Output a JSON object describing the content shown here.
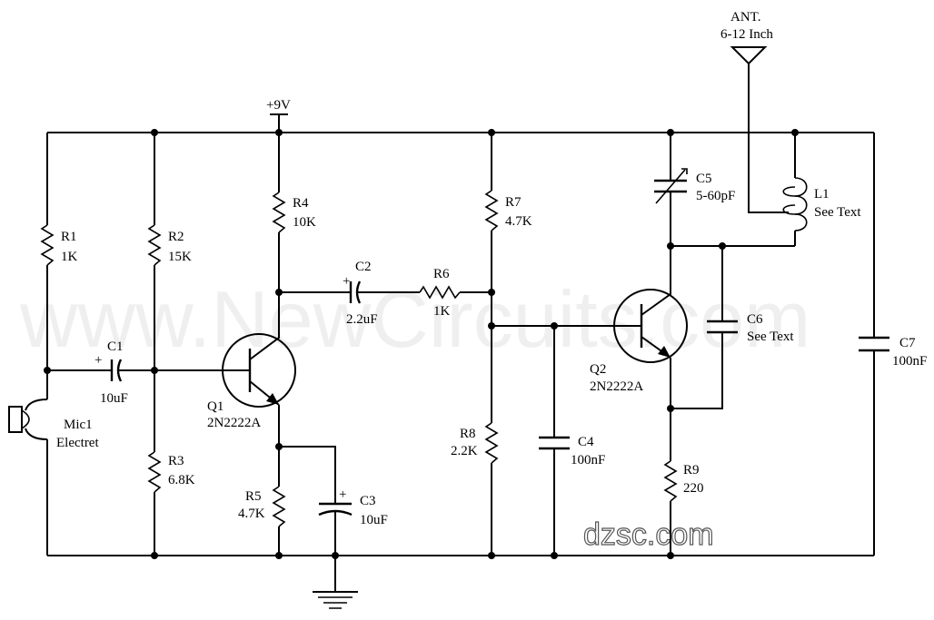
{
  "supply": "+9V",
  "antenna": {
    "label": "ANT.",
    "note": "6-12 Inch"
  },
  "components": {
    "r1": {
      "ref": "R1",
      "value": "1K"
    },
    "r2": {
      "ref": "R2",
      "value": "15K"
    },
    "r3": {
      "ref": "R3",
      "value": "6.8K"
    },
    "r4": {
      "ref": "R4",
      "value": "10K"
    },
    "r5": {
      "ref": "R5",
      "value": "4.7K"
    },
    "r6": {
      "ref": "R6",
      "value": "1K"
    },
    "r7": {
      "ref": "R7",
      "value": "4.7K"
    },
    "r8": {
      "ref": "R8",
      "value": "2.2K"
    },
    "r9": {
      "ref": "R9",
      "value": "220"
    },
    "c1": {
      "ref": "C1",
      "value": "10uF",
      "polarity": "+"
    },
    "c2": {
      "ref": "C2",
      "value": "2.2uF",
      "polarity": "+"
    },
    "c3": {
      "ref": "C3",
      "value": "10uF",
      "polarity": "+"
    },
    "c4": {
      "ref": "C4",
      "value": "100nF"
    },
    "c5": {
      "ref": "C5",
      "value": "5-60pF"
    },
    "c6": {
      "ref": "C6",
      "value": "See Text"
    },
    "c7": {
      "ref": "C7",
      "value": "100nF"
    },
    "l1": {
      "ref": "L1",
      "value": "See Text"
    },
    "q1": {
      "ref": "Q1",
      "value": "2N2222A"
    },
    "q2": {
      "ref": "Q2",
      "value": "2N2222A"
    },
    "mic1": {
      "ref": "Mic1",
      "value": "Electret"
    }
  },
  "watermarks": {
    "main": "www.NewCircuits.com",
    "corner": "dzsc.com"
  }
}
